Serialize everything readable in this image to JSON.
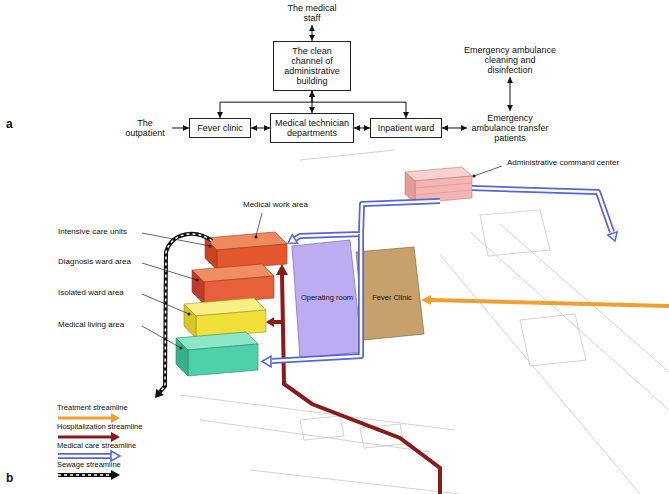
{
  "diagram": {
    "nodes": [
      {
        "text": [
          "The medical staff"
        ]
      },
      {
        "text": [
          "The clean channel of administrative building"
        ]
      },
      {
        "text": [
          "The outpatient"
        ]
      },
      {
        "text": [
          "Fever clinic"
        ]
      },
      {
        "text": [
          "Medical technician departments"
        ]
      },
      {
        "text": [
          "Inpatient ward"
        ]
      },
      {
        "text": [
          "Emergency ambulance cleaning and disinfection"
        ]
      },
      {
        "text": [
          "Emergency ambulance transfer patients"
        ]
      }
    ],
    "edges": [
      {
        "from": 0,
        "to": 1,
        "arrow": "both"
      },
      {
        "from": 1,
        "to": 3,
        "arrow": "both"
      },
      {
        "from": 1,
        "to": 4,
        "arrow": "both"
      },
      {
        "from": 1,
        "to": 5,
        "arrow": "both"
      },
      {
        "from": 2,
        "to": 3,
        "arrow": "to"
      },
      {
        "from": 3,
        "to": 4,
        "arrow": "both"
      },
      {
        "from": 4,
        "to": 5,
        "arrow": "both"
      },
      {
        "from": 5,
        "to": 7,
        "arrow": "both"
      },
      {
        "from": 6,
        "to": 7,
        "arrow": "both"
      }
    ],
    "labels": [
      "a",
      "b",
      "Medical work area",
      "Intensive care units",
      "Diagnosis ward area",
      "Isolated ward area",
      "Medical living area",
      "Operating room",
      "Fever Clinic",
      "Administrative command center"
    ],
    "legend": [
      {
        "text": "Treatment streamline"
      },
      {
        "text": "Hospitalization streamline"
      },
      {
        "text": "Medical care streamline"
      },
      {
        "text": "Sewage streamline"
      }
    ]
  }
}
